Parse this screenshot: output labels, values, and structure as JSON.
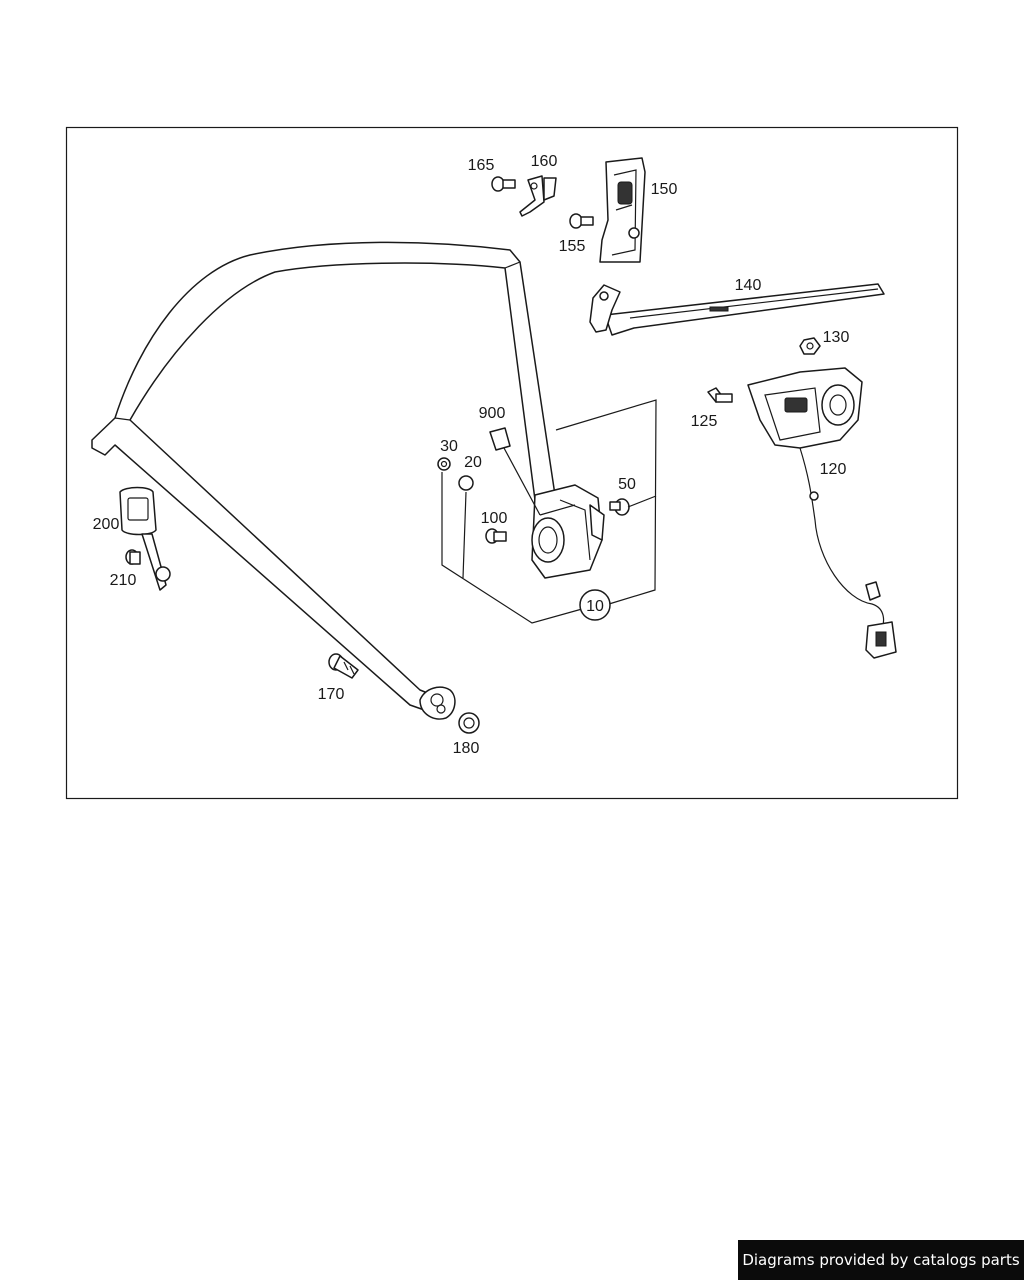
{
  "labels": {
    "p10": "10",
    "p20": "20",
    "p30": "30",
    "p50": "50",
    "p100": "100",
    "p120": "120",
    "p125": "125",
    "p130": "130",
    "p140": "140",
    "p150": "150",
    "p155": "155",
    "p160": "160",
    "p165": "165",
    "p170": "170",
    "p180": "180",
    "p200": "200",
    "p210": "210",
    "p900": "900"
  },
  "footer": {
    "text": "Diagrams provided by catalogs parts"
  }
}
